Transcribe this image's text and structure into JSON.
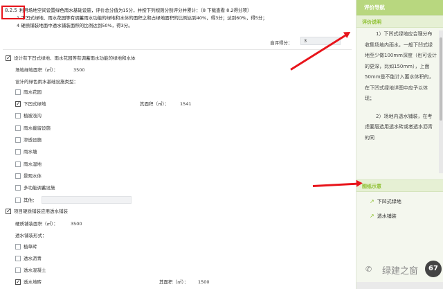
{
  "clause": {
    "number": "8.2.5",
    "line0": "利用场地空间设置绿色雨水基础设施，评价总分值为15分，并按下列规则分别评分并累计：（8 下载查看 8.2得分项）",
    "line1": "1 下凹式绿地、雨水花园等有调蓄雨水功能的绿地和水体的面积之和占绿地面积的比例达到40%，得3分；达到60%，得5分；",
    "line2": "4 硬质铺装地面中透水铺装面积的比例达到50%，得3分。"
  },
  "score": {
    "label": "自评得分：",
    "value": "3"
  },
  "form": {
    "section1_label": "设计有下凹式绿地、雨水花园等有调蓄雨水功能的绿地和水体",
    "site_green_label": "场地绿地面积（㎡）：",
    "site_green_value": "3500",
    "facility_type_label": "设计的绿色雨水基础设施类型：",
    "facilities": [
      {
        "label": "雨水花园",
        "checked": false
      },
      {
        "label": "下凹式绿地",
        "checked": true,
        "area_label": "其面积（㎡）：",
        "area_value": "1541"
      },
      {
        "label": "植被浅沟",
        "checked": false
      },
      {
        "label": "雨水截留设施",
        "checked": false
      },
      {
        "label": "渗透设施",
        "checked": false
      },
      {
        "label": "雨水塘",
        "checked": false
      },
      {
        "label": "雨水湿地",
        "checked": false
      },
      {
        "label": "景观水体",
        "checked": false
      },
      {
        "label": "多功能调蓄设施",
        "checked": false
      },
      {
        "label": "其他：",
        "checked": false
      }
    ],
    "section2_label": "项目硬质铺装应用透水铺装",
    "hard_paving_label": "硬质铺装面积（㎡）：",
    "hard_paving_value": "3500",
    "paving_form_label": "透水铺装形式：",
    "pavings": [
      {
        "label": "植草砖",
        "checked": false
      },
      {
        "label": "透水沥青",
        "checked": false
      },
      {
        "label": "透水混凝土",
        "checked": false
      },
      {
        "label": "透水地砖",
        "checked": true,
        "area_label": "其面积（㎡）：",
        "area_value": "1500"
      }
    ]
  },
  "nav": {
    "title": "评价导航",
    "section_desc": "评价说明",
    "desc_paragraphs": [
      "1）下凹式绿地应合理分布收集场地内雨水，一般下凹式绿地至少做100mm深度（也可设计的更深，比如150mm），上面50mm是不能计入蓄水体积的，在下凹式绿地详图中应予以体现；",
      "2）场地内透水铺装，在考虑要层选用透水砖或者透水沥青的同"
    ],
    "section_drawings": "图纸示意",
    "drawings": [
      "下凹式绿地",
      "透水铺装"
    ]
  },
  "watermark": {
    "brand": "绿建之窗",
    "badge": "67"
  },
  "colors": {
    "accent": "#b8d77f",
    "accent_text": "#8cbf2c",
    "highlight": "#e8141b"
  }
}
